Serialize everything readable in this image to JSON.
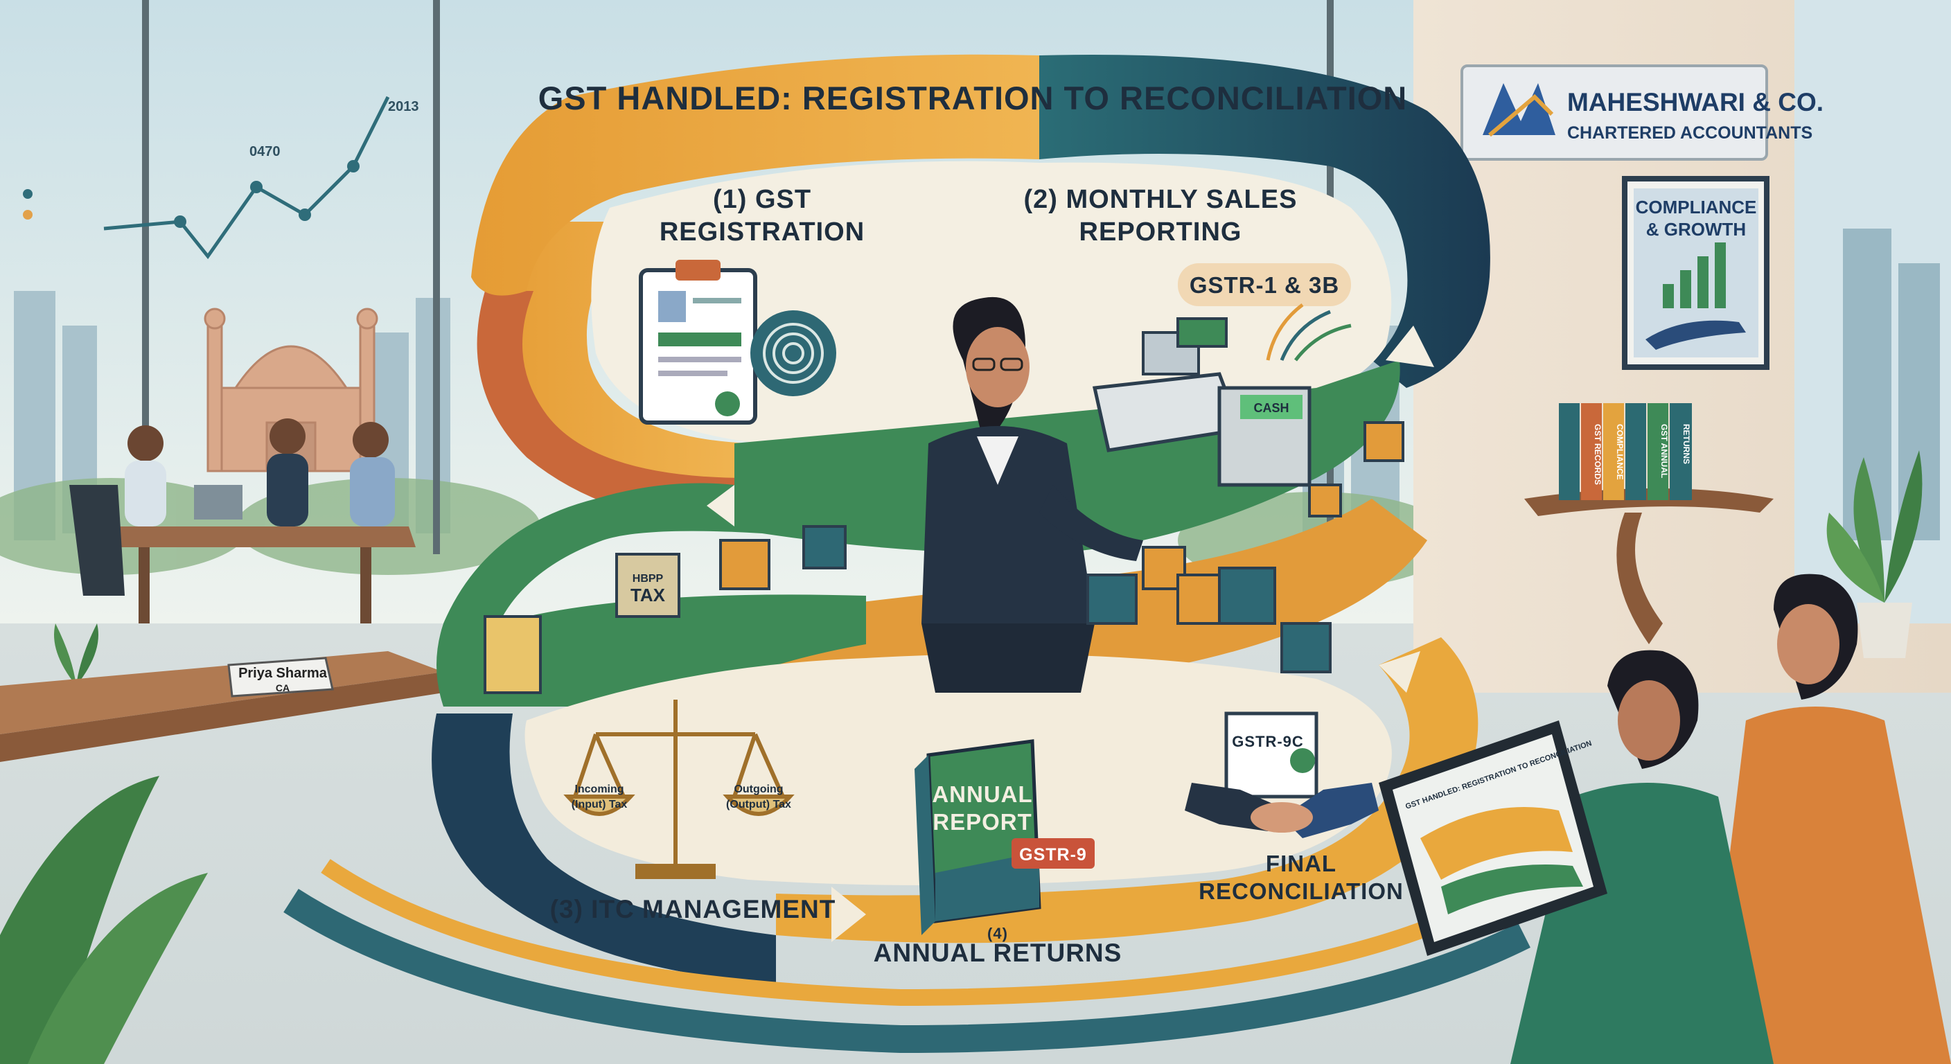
{
  "banner_title": "GST HANDLED: REGISTRATION TO RECONCILIATION",
  "firm": {
    "name": "MAHESHWARI & CO.",
    "subtitle": "CHARTERED ACCOUNTANTS"
  },
  "poster": {
    "line1": "COMPLIANCE",
    "line2": "& GROWTH"
  },
  "steps": {
    "step1": {
      "line1": "(1) GST",
      "line2": "REGISTRATION"
    },
    "step2": {
      "line1": "(2) MONTHLY SALES",
      "line2": "REPORTING",
      "badge": "GSTR-1 & 3B"
    },
    "step3": {
      "label": "(3) ITC MANAGEMENT",
      "pan_left_line1": "Incoming",
      "pan_left_line2": "(Input) Tax",
      "pan_right_line1": "Outgoing",
      "pan_right_line2": "(Output) Tax"
    },
    "step4": {
      "num": "(4)",
      "label": "ANNUAL RETURNS",
      "book_line1": "ANNUAL",
      "book_line2": "REPORT",
      "book_tag": "GSTR-9"
    },
    "step5": {
      "line1": "FINAL",
      "line2": "RECONCILIATION",
      "doc_label": "GSTR-9C"
    }
  },
  "register": {
    "screen": "CASH"
  },
  "boxes": {
    "tax_box_line1": "HBPP",
    "tax_box_line2": "TAX"
  },
  "window_chart": {
    "year": "2013",
    "value": "0470"
  },
  "nameplate": {
    "name": "Priya Sharma",
    "title": "CA"
  },
  "binders": [
    "GST RECORDS",
    "COMPLIANCE",
    "",
    "GST ANNUAL",
    "RETURNS"
  ],
  "tablet": {
    "title": "GST HANDLED: REGISTRATION TO RECONCILIATION"
  },
  "colors": {
    "orange": "#E9A23B",
    "rust": "#C9683A",
    "green": "#3E8A57",
    "navy": "#1F3F57",
    "teal": "#2E6874",
    "cream": "#F4EBD9"
  }
}
